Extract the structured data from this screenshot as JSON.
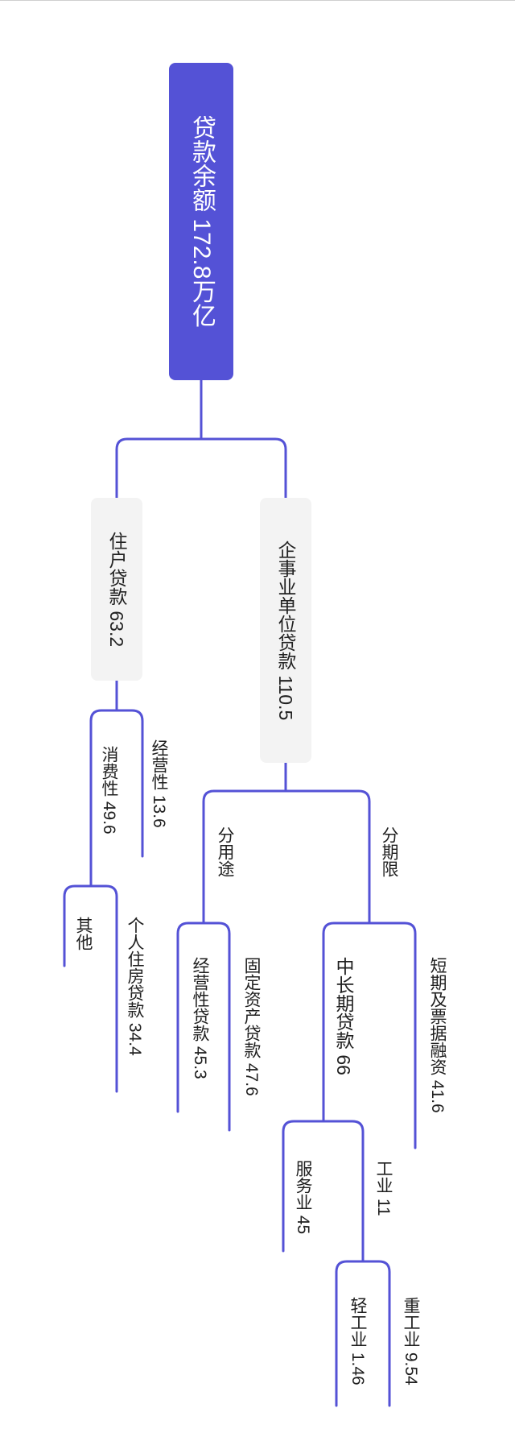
{
  "colors": {
    "accent": "#5452d6",
    "box_bg": "#f3f3f3",
    "text": "#222222"
  },
  "tree": {
    "root": "贷款余额 172.8万亿",
    "household": {
      "label": "住户贷款 63.2",
      "operating": "经营性 13.6",
      "consumer": {
        "label": "消费性 49.6",
        "mortgage": "个人住房贷款 34.4",
        "other": "其他"
      }
    },
    "enterprise": {
      "label": "企事业单位贷款 110.5",
      "by_term": {
        "label": "分期限",
        "short_term": "短期及票据融资 41.6",
        "long_term": {
          "label": "中长期贷款 66",
          "industry": {
            "label": "工业 11",
            "heavy": "重工业 9.54",
            "light": "轻工业 1.46"
          },
          "services": "服务业 45"
        }
      },
      "by_use": {
        "label": "分用途",
        "fixed_asset": "固定资产贷款 47.6",
        "operating": "经营性贷款 45.3"
      }
    }
  }
}
